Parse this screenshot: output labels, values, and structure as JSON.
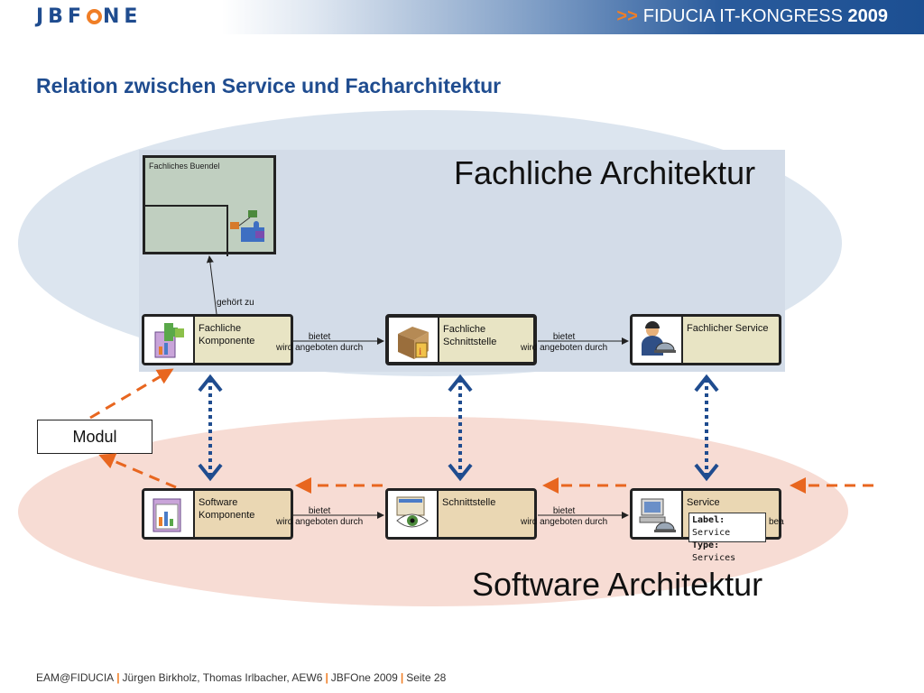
{
  "header": {
    "logo_left": "JBF",
    "logo_right": "NE",
    "congress_arrows": ">>",
    "congress_name": "FIDUCIA IT-KONGRESS",
    "congress_year": "2009"
  },
  "title": "Relation zwischen Service und Facharchitektur",
  "fachliche": {
    "label": "Fachliche Architektur",
    "bundle_title": "Fachliches Buendel",
    "belongs_to": "gehört zu",
    "nodes": [
      {
        "label": "Fachliche\nKomponente",
        "icon": "component-puzzle-icon"
      },
      {
        "label": "Fachliche\nSchnittstelle",
        "icon": "box-interface-icon"
      },
      {
        "label": "Fachlicher Service",
        "icon": "service-person-icon"
      }
    ],
    "edges": [
      "bietet\nwird angeboten durch",
      "bietet\nwird angeboten durch"
    ]
  },
  "software": {
    "label": "Software Architektur",
    "nodes": [
      {
        "label": "Software\nKomponente",
        "icon": "software-component-icon"
      },
      {
        "label": "Schnittstelle",
        "icon": "eye-interface-icon"
      },
      {
        "label": "Service",
        "icon": "computer-service-icon"
      }
    ],
    "edges": [
      "bietet\nwird angeboten durch",
      "bietet\nwird angeboten durch"
    ],
    "tooltip": {
      "label_key": "Label:",
      "label_value": "Service",
      "type_key": "Type:",
      "type_value": "Services"
    },
    "cut_text": "bea"
  },
  "modul": "Modul",
  "footer": {
    "org": "EAM@FIDUCIA",
    "authors": "Jürgen Birkholz, Thomas Irlbacher, AEW6",
    "project": "JBFOne 2009",
    "page": "Seite 28"
  },
  "colors": {
    "brand_blue": "#1f4c8f",
    "accent_orange": "#f07e26",
    "link_blue": "#1f4c8f"
  }
}
